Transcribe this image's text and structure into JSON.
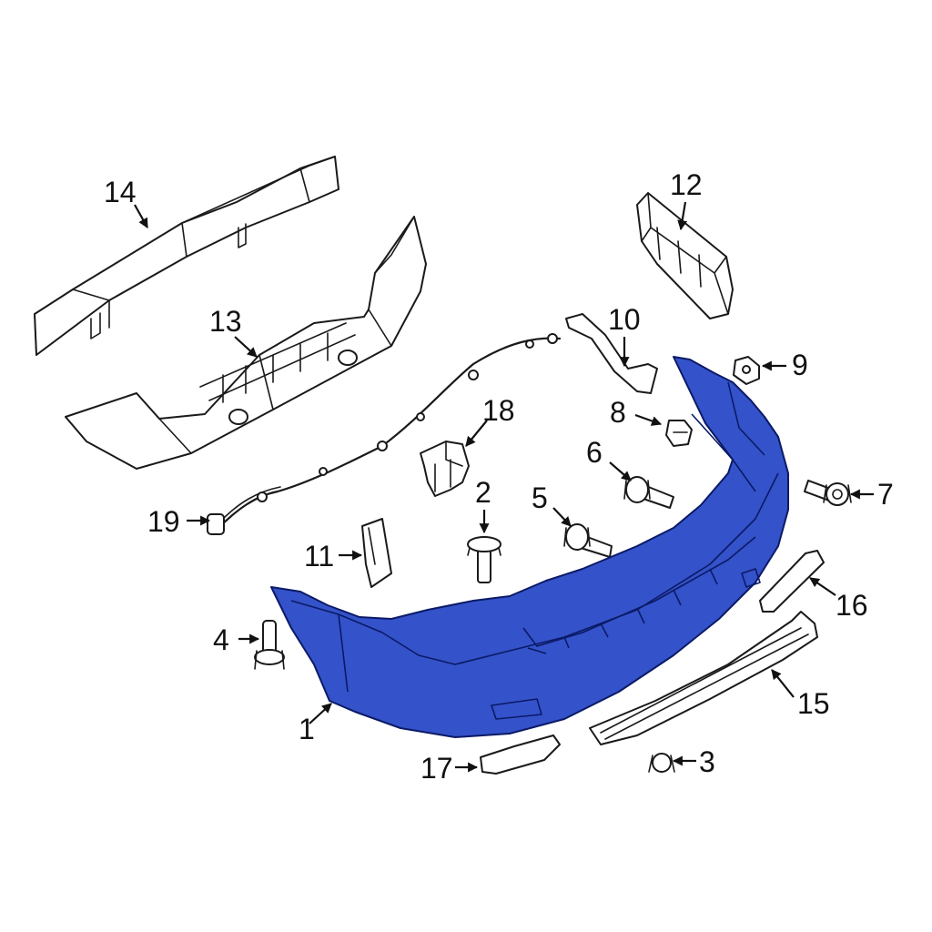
{
  "colors": {
    "highlight": "#3452c9",
    "highlight_dark": "#2740a8",
    "outline": "#1a1a1a",
    "background": "#ffffff"
  },
  "callouts": {
    "c1": "1",
    "c2": "2",
    "c3": "3",
    "c4": "4",
    "c5": "5",
    "c6": "6",
    "c7": "7",
    "c8": "8",
    "c9": "9",
    "c10": "10",
    "c11": "11",
    "c12": "12",
    "c13": "13",
    "c14": "14",
    "c15": "15",
    "c16": "16",
    "c17": "17",
    "c18": "18",
    "c19": "19"
  }
}
